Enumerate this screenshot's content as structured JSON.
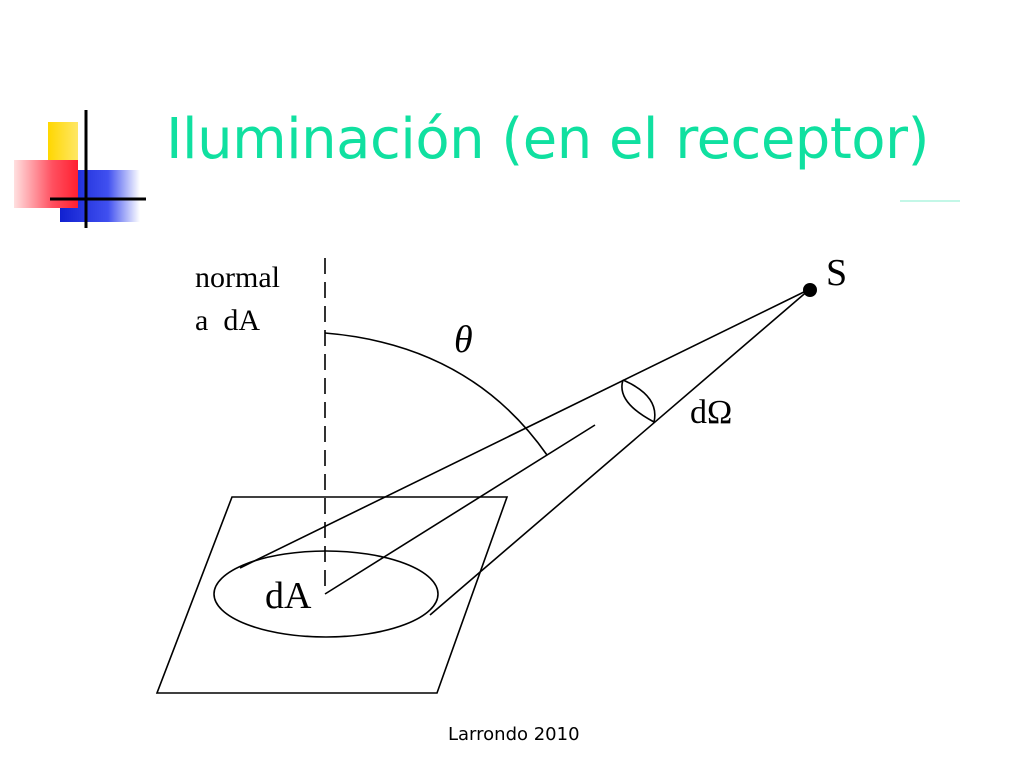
{
  "slide": {
    "title": "Iluminación (en el receptor)",
    "footer": "Larrondo 2010"
  },
  "diagram": {
    "labels": {
      "normal_line1": "normal",
      "normal_line2": "a  dA",
      "theta": "θ",
      "source": "S",
      "solid_angle": "dΩ",
      "area": "dA"
    }
  },
  "colors": {
    "title": "#10e0a0",
    "logo_yellow": "#ffd700",
    "logo_red": "#ff3040",
    "logo_blue": "#2030e0",
    "line": "#000000"
  }
}
